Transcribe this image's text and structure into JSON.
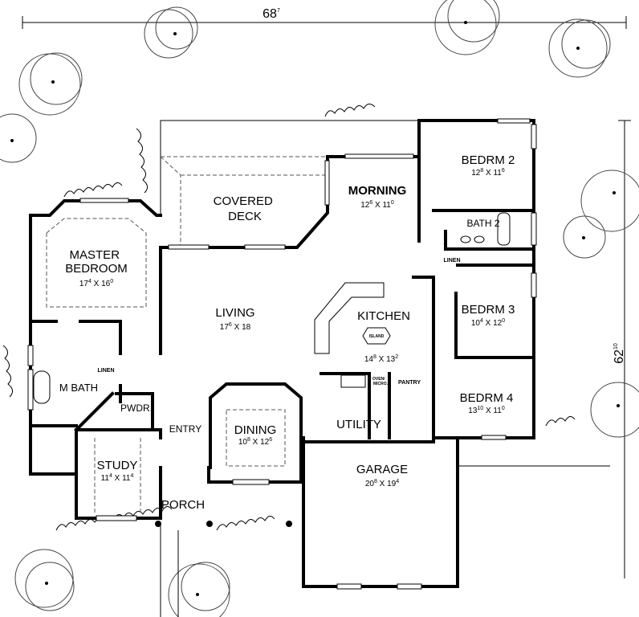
{
  "dimensions": {
    "width": {
      "main": "68",
      "sup": "7"
    },
    "depth": {
      "main": "62",
      "sup": "10"
    }
  },
  "rooms": {
    "master": {
      "line1": "MASTER",
      "line2": "BEDROOM",
      "a": "17",
      "as": "4",
      "b": "16",
      "bs": "0"
    },
    "deck": {
      "line1": "COVERED",
      "line2": "DECK"
    },
    "morning": {
      "name": "MORNING",
      "a": "12",
      "as": "6",
      "b": "11",
      "bs": "0"
    },
    "bedrm2": {
      "name": "BEDRM 2",
      "a": "12",
      "as": "8",
      "b": "11",
      "bs": "6"
    },
    "bath2": {
      "name": "BATH 2"
    },
    "linen2": {
      "name": "LINEN"
    },
    "bedrm3": {
      "name": "BEDRM 3",
      "a": "10",
      "as": "4",
      "b": "12",
      "bs": "0"
    },
    "living": {
      "name": "LIVING",
      "a": "17",
      "as": "6",
      "b": "18",
      "bs": ""
    },
    "kitchen": {
      "name": "KITCHEN",
      "a": "14",
      "as": "8",
      "b": "13",
      "bs": "2"
    },
    "island": {
      "name": "ISLAND"
    },
    "bedrm4": {
      "name": "BEDRM 4",
      "a": "13",
      "as": "10",
      "b": "11",
      "bs": "0"
    },
    "mbath": {
      "name": "M BATH"
    },
    "linen1": {
      "name": "LINEN"
    },
    "pwdr": {
      "name": "PWDR."
    },
    "oven": {
      "line1": "OVEN/",
      "line2": "MICRO."
    },
    "pantry": {
      "name": "PANTRY"
    },
    "utility": {
      "name": "UTILITY"
    },
    "entry": {
      "name": "ENTRY"
    },
    "dining": {
      "name": "DINING",
      "a": "10",
      "as": "8",
      "b": "12",
      "bs": "6"
    },
    "study": {
      "name": "STUDY",
      "a": "11",
      "as": "4",
      "b": "11",
      "bs": "4"
    },
    "garage": {
      "name": "GARAGE",
      "a": "20",
      "as": "8",
      "b": "19",
      "bs": "4"
    },
    "porch": {
      "name": "PORCH"
    }
  }
}
